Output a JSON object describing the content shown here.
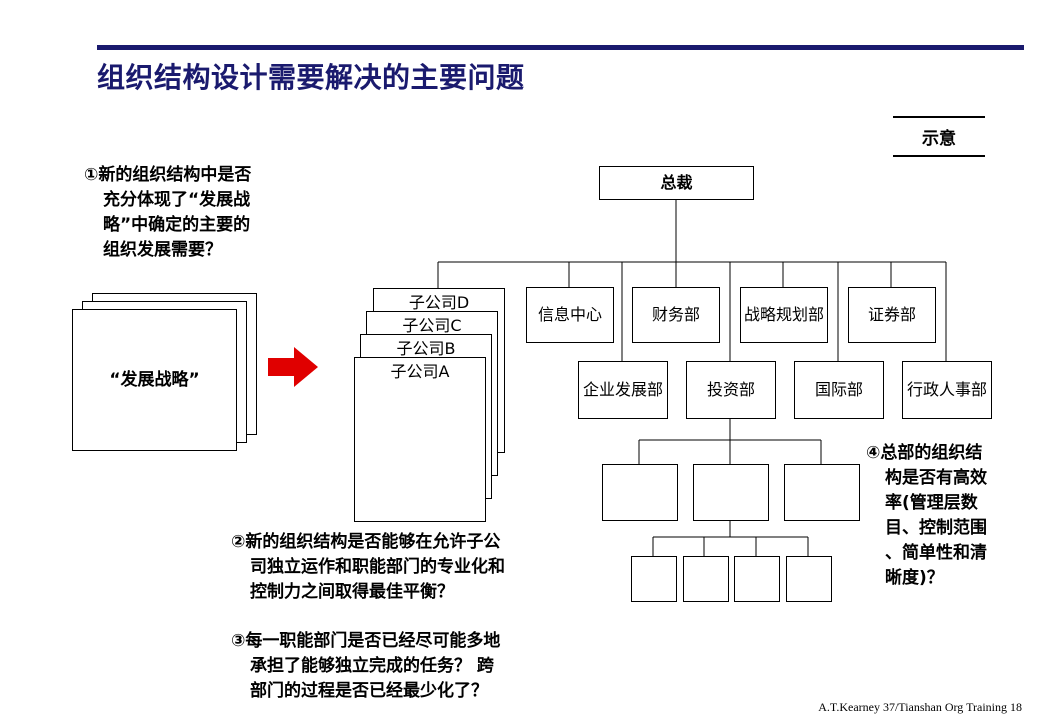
{
  "title": "组织结构设计需要解决的主要问题",
  "legend": "示意",
  "q1": [
    "①新的组织结构中是否",
    "充分体现了“发展战",
    "略”中确定的主要的",
    "组织发展需要？"
  ],
  "strategy_label": "“发展战略”",
  "subsidiaries": [
    "子公司D",
    "子公司C",
    "子公司B",
    "子公司A"
  ],
  "org": {
    "ceo": "总裁",
    "row1": [
      "信息中心",
      "财务部",
      "战略规划部",
      "证券部"
    ],
    "row2": [
      "企业发展部",
      "投资部",
      "国际部",
      "行政人事部"
    ]
  },
  "q4": [
    "④总部的组织结",
    "构是否有高效",
    "率(管理层数",
    "目、控制范围",
    "、简单性和清",
    "晰度)？"
  ],
  "q2": [
    "②新的组织结构是否能够在允许子公",
    "司独立运作和职能部门的专业化和",
    "控制力之间取得最佳平衡？"
  ],
  "q3": [
    "③每一职能部门是否已经尽可能多地",
    "承担了能够独立完成的任务？ 跨",
    "部门的过程是否已经最少化了？"
  ],
  "footer": "A.T.Kearney 37/Tianshan Org Training  18"
}
